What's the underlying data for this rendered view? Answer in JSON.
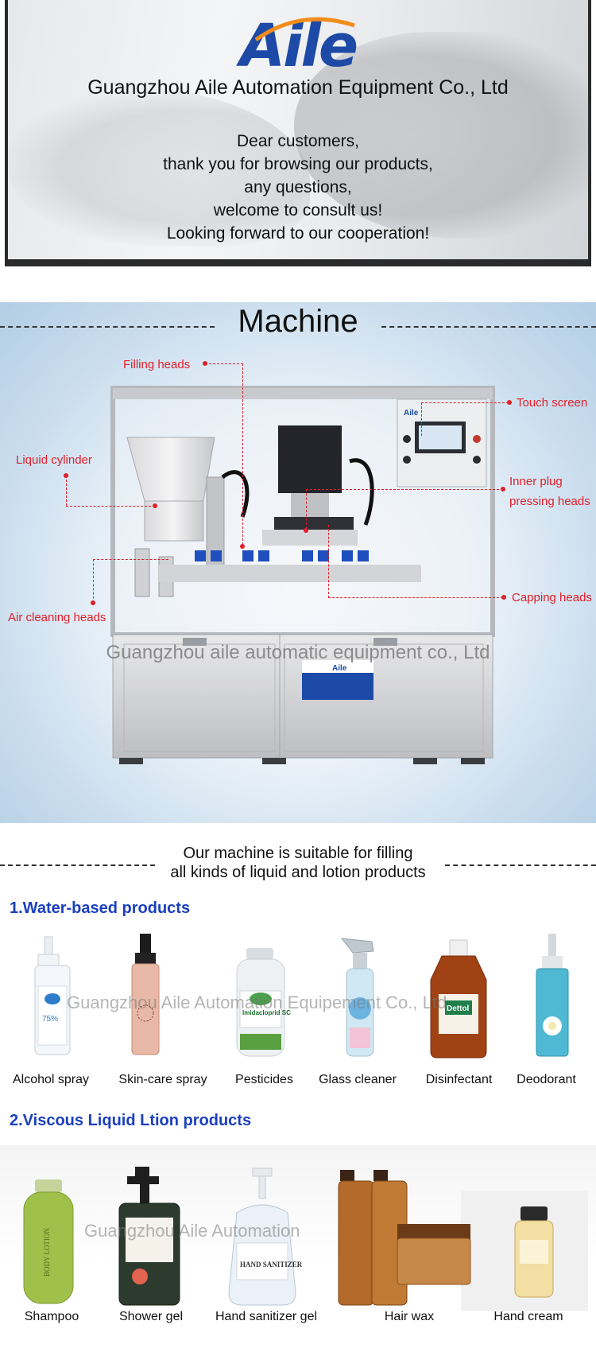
{
  "header": {
    "logo_text": "Aile",
    "company": "Guangzhou Aile Automation Equipment Co., Ltd",
    "greeting": [
      "Dear customers,",
      "thank you for browsing our products,",
      "any questions,",
      "welcome to consult us!",
      "Looking forward to our cooperation!"
    ]
  },
  "machine": {
    "title": "Machine",
    "callouts": {
      "filling_heads": "Filling heads",
      "touch_screen": "Touch screen",
      "liquid_cylinder": "Liquid cylinder",
      "inner_plug_1": "Inner plug",
      "inner_plug_2": "pressing heads",
      "capping_heads": "Capping heads",
      "air_cleaning_heads": "Air cleaning heads"
    },
    "watermark": "Guangzhou aile automatic equipment co., Ltd",
    "panel_brand": "Aile",
    "nameplate_brand": "Aile"
  },
  "suitable": {
    "line1": "Our machine is suitable for filling",
    "line2": "all kinds of liquid and lotion products"
  },
  "water_based": {
    "title": "1.Water-based products",
    "watermark": "Guangzhou Aile Automation Equipement Co., Ltd",
    "items": [
      {
        "label": "Alcohol spray",
        "printed": "75%"
      },
      {
        "label": "Skin-care spray"
      },
      {
        "label": "Pesticides",
        "printed": "Imidacloprid SC"
      },
      {
        "label": "Glass cleaner"
      },
      {
        "label": "Disinfectant",
        "printed": "Dettol"
      },
      {
        "label": "Deodorant"
      }
    ]
  },
  "viscous": {
    "title": "2.Viscous Liquid Ltion products",
    "watermark": "Guangzhou Aile Automation",
    "items": [
      {
        "label": "Shampoo",
        "printed": "BODY LOTION"
      },
      {
        "label": "Shower gel"
      },
      {
        "label": "Hand sanitizer gel",
        "printed": "HAND SANITIZER"
      },
      {
        "label": "Hair wax"
      },
      {
        "label": "Hand cream"
      }
    ]
  },
  "colors": {
    "brand_blue": "#1d4aa6",
    "logo_orange": "#f28c1b",
    "callout_red": "#e0202a",
    "category_blue": "#1a3fbf"
  }
}
